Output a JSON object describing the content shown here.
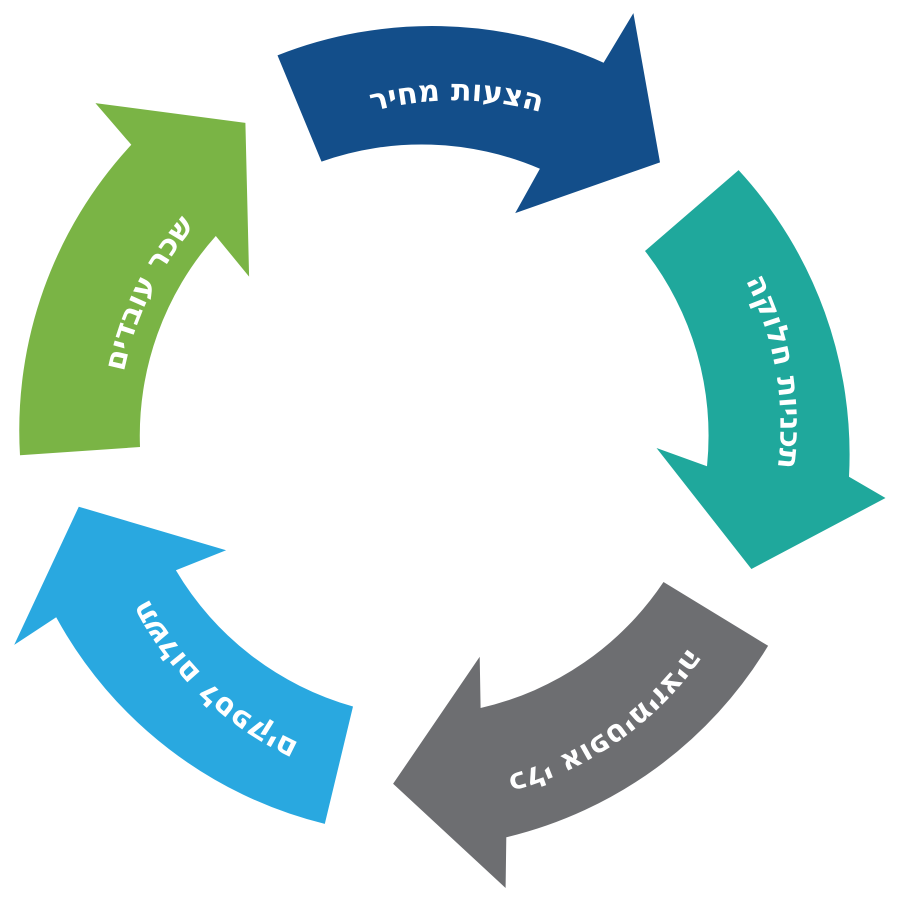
{
  "cycle": {
    "segments": [
      {
        "label": "הצעות מחיר",
        "color": "#134e8a"
      },
      {
        "label": "תכניות חלוקה",
        "color": "#1fa89c"
      },
      {
        "label": "כלי אופטימיזציה",
        "color": "#6d6e71"
      },
      {
        "label": "תשלום לספקים",
        "color": "#29a8e0"
      },
      {
        "label": "שכר עובדים",
        "color": "#7ab445"
      }
    ]
  }
}
